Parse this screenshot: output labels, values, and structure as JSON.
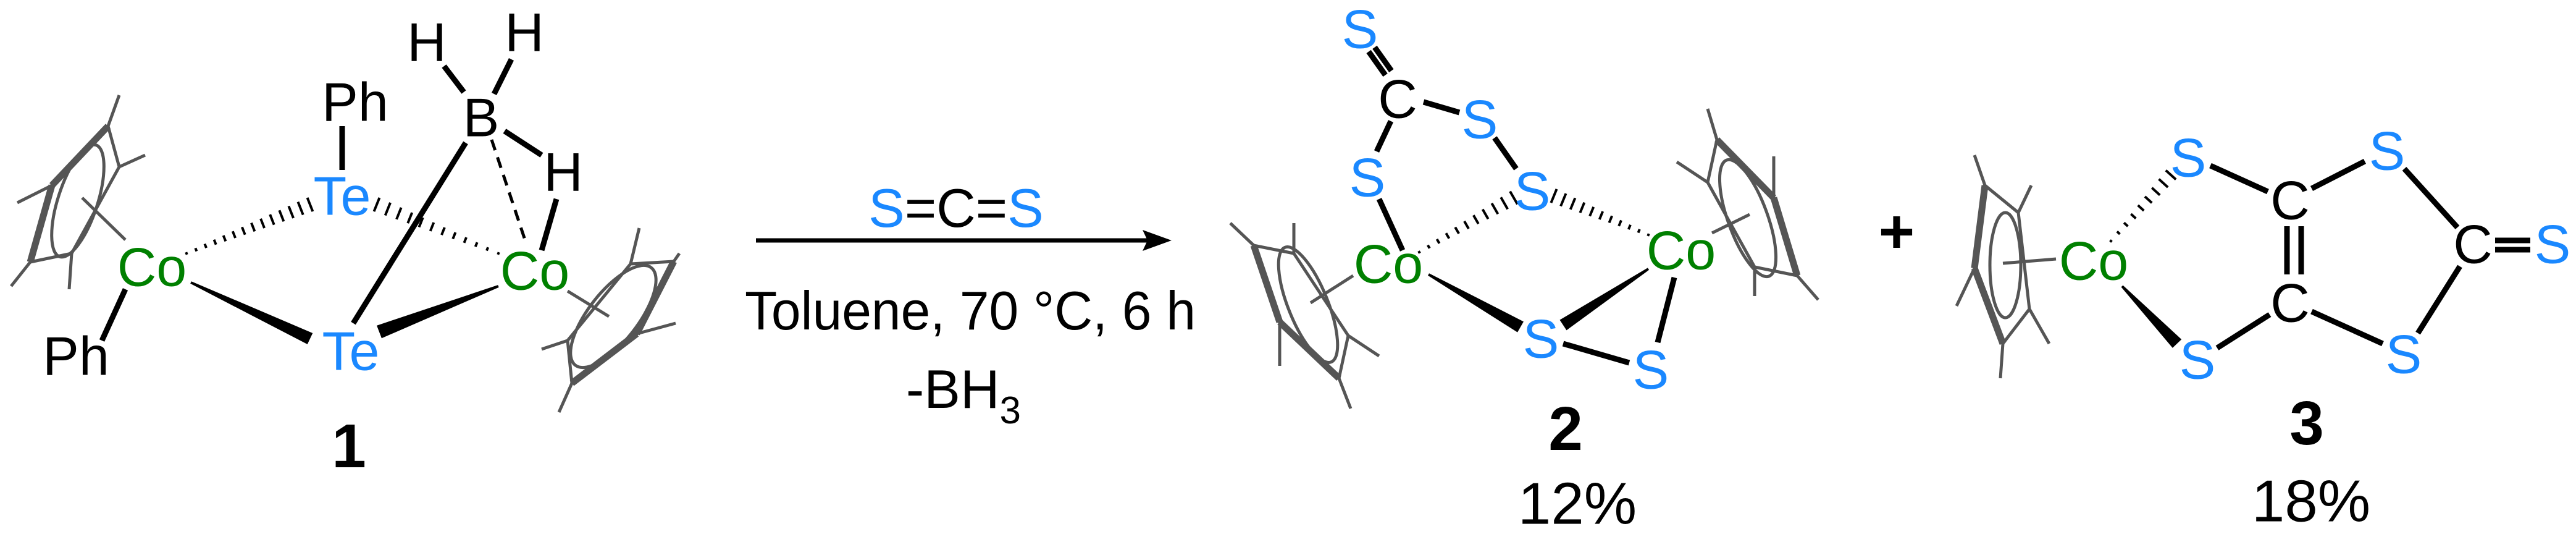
{
  "colors": {
    "sulfur_tellurium": "#1a88ff",
    "cobalt": "#008000",
    "bonds": "#000000",
    "cp_ring": "#555555"
  },
  "compound1": {
    "label": "1",
    "atoms": {
      "co_left": "Co",
      "co_right": "Co",
      "te_top": "Te",
      "te_bottom": "Te",
      "ph_top": "Ph",
      "ph_bottom": "Ph",
      "b": "B",
      "h1": "H",
      "h2": "H",
      "h3": "H"
    }
  },
  "arrow": {
    "reagent": {
      "s1": "S",
      "eq1": "=",
      "c": "C",
      "eq2": "=",
      "s2": "S"
    },
    "conditions": "Toluene, 70 °C, 6 h",
    "byproduct_prefix": "-BH",
    "byproduct_subscript": "3"
  },
  "compound2": {
    "label": "2",
    "yield": "12%",
    "atoms": {
      "s_top": "S",
      "c": "C",
      "s_right": "S",
      "s_left": "S",
      "s_mid": "S",
      "co_left": "Co",
      "co_right": "Co",
      "s_bottom1": "S",
      "s_bottom2": "S"
    }
  },
  "plus": "+",
  "compound3": {
    "label": "3",
    "yield": "18%",
    "atoms": {
      "co": "Co",
      "s_tl": "S",
      "s_bl": "S",
      "c_top": "C",
      "c_bottom": "C",
      "s_tr": "S",
      "s_br": "S",
      "c_right": "C",
      "s_far": "S"
    }
  }
}
